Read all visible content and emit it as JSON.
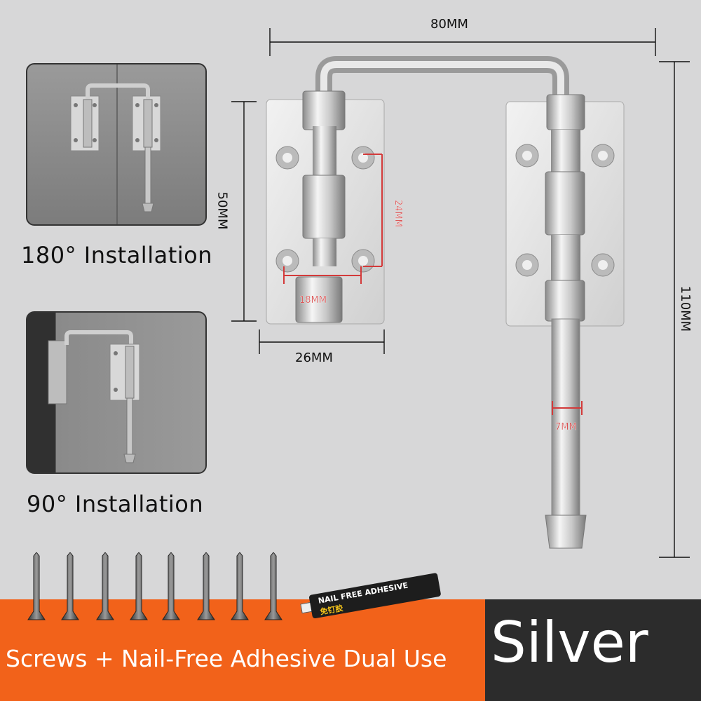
{
  "dimensions": {
    "width_top": "80MM",
    "height_left": "50MM",
    "plate_width": "26MM",
    "hole_vertical": "24MM",
    "hole_horizontal": "18MM",
    "rod_diameter": "7MM",
    "height_total": "110MM"
  },
  "installations": {
    "first": "180° Installation",
    "second": "90° Installation"
  },
  "footer": {
    "accessories": "Screws + Nail-Free Adhesive Dual Use",
    "color_name": "Silver"
  },
  "adhesive_tube": {
    "label_en": "NAIL FREE ADHESIVE",
    "label_cn": "免钉胶"
  },
  "colors": {
    "background": "#d7d7d8",
    "accent_orange": "#f2621a",
    "dark_panel": "#2c2c2c",
    "dimension_red": "#d33a3a"
  }
}
